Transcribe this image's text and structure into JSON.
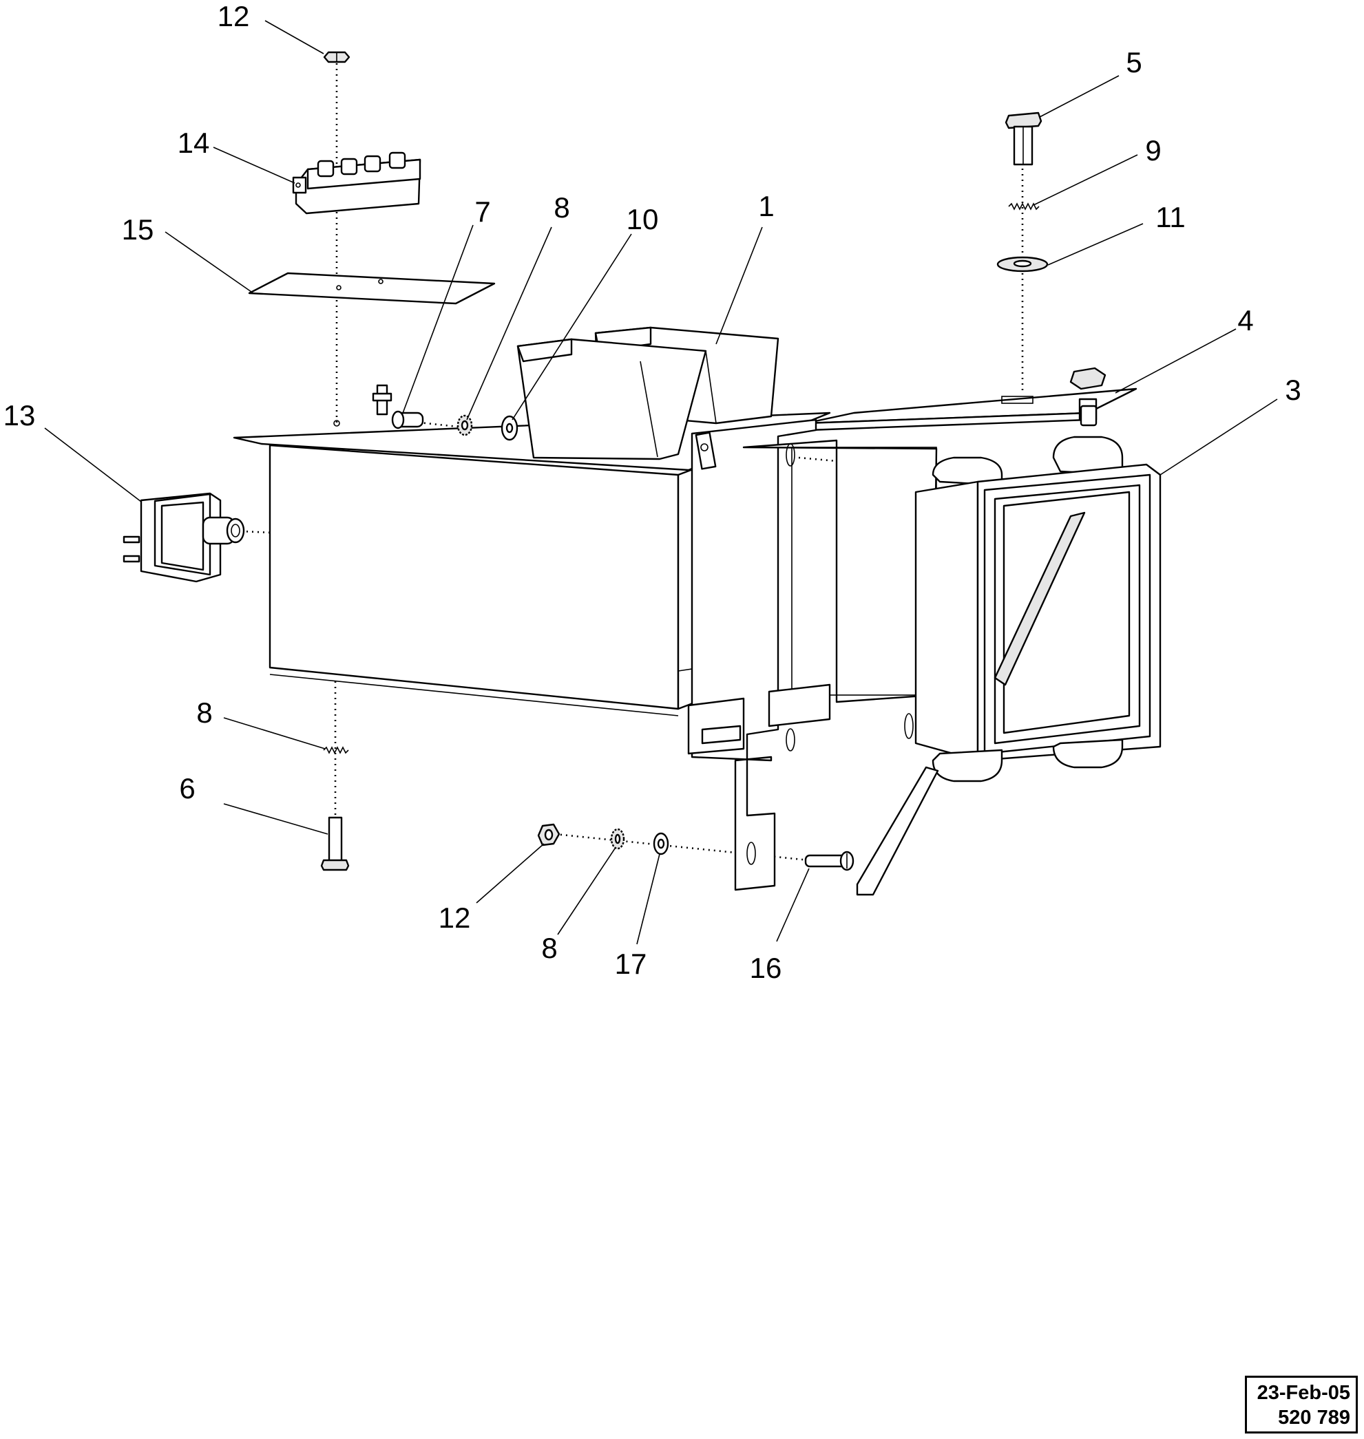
{
  "callouts": [
    {
      "id": "c-12-top",
      "label": "12"
    },
    {
      "id": "c-14",
      "label": "14"
    },
    {
      "id": "c-15",
      "label": "15"
    },
    {
      "id": "c-13",
      "label": "13"
    },
    {
      "id": "c-7",
      "label": "7"
    },
    {
      "id": "c-8-top",
      "label": "8"
    },
    {
      "id": "c-10",
      "label": "10"
    },
    {
      "id": "c-1",
      "label": "1"
    },
    {
      "id": "c-5",
      "label": "5"
    },
    {
      "id": "c-9",
      "label": "9"
    },
    {
      "id": "c-11",
      "label": "11"
    },
    {
      "id": "c-4",
      "label": "4"
    },
    {
      "id": "c-3",
      "label": "3"
    },
    {
      "id": "c-8-left",
      "label": "8"
    },
    {
      "id": "c-6",
      "label": "6"
    },
    {
      "id": "c-12-bottom",
      "label": "12"
    },
    {
      "id": "c-8-bottom",
      "label": "8"
    },
    {
      "id": "c-17",
      "label": "17"
    },
    {
      "id": "c-16",
      "label": "16"
    }
  ],
  "stamp": {
    "date": "23-Feb-05",
    "number": "520 789"
  }
}
